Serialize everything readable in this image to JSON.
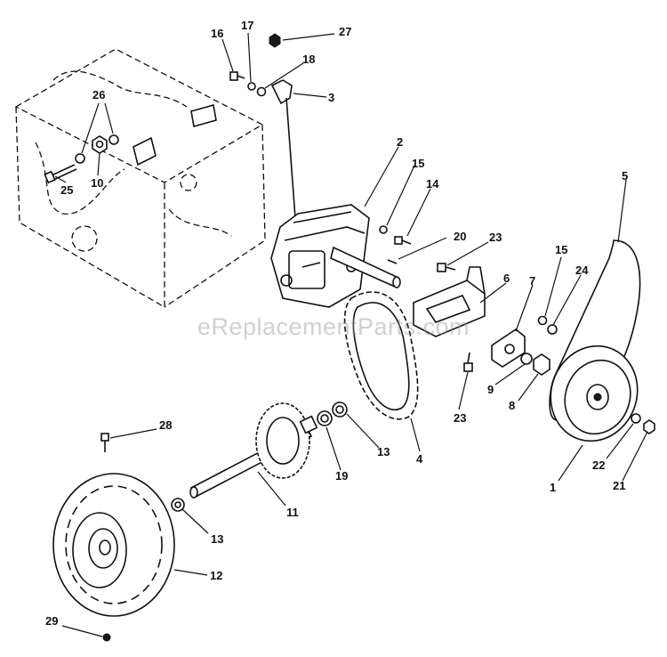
{
  "watermark": "eReplacementParts.com",
  "callouts": [
    "1",
    "2",
    "3",
    "4",
    "5",
    "6",
    "7",
    "8",
    "9",
    "10",
    "11",
    "12",
    "13",
    "13",
    "14",
    "15",
    "15",
    "16",
    "17",
    "18",
    "19",
    "20",
    "21",
    "22",
    "23",
    "23",
    "24",
    "25",
    "26",
    "27",
    "28",
    "29"
  ]
}
